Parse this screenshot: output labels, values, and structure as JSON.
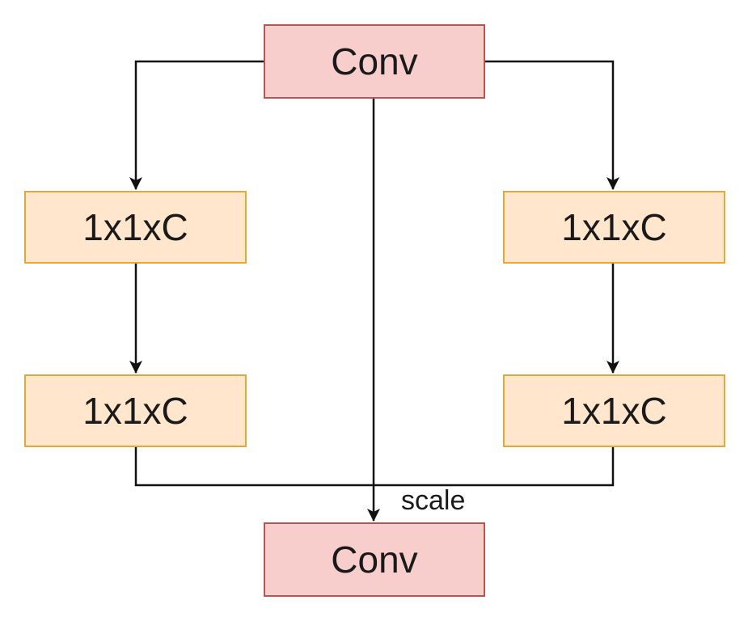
{
  "nodes": {
    "conv_top": "Conv",
    "left_first": "1x1xC",
    "left_second": "1x1xC",
    "right_first": "1x1xC",
    "right_second": "1x1xC",
    "conv_bottom": "Conv"
  },
  "edge_label": "scale",
  "colors": {
    "conv_fill": "#f8cecc",
    "conv_border": "#b85450",
    "block_fill": "#ffe6cc",
    "block_border": "#e0a93a",
    "line": "#111111"
  }
}
